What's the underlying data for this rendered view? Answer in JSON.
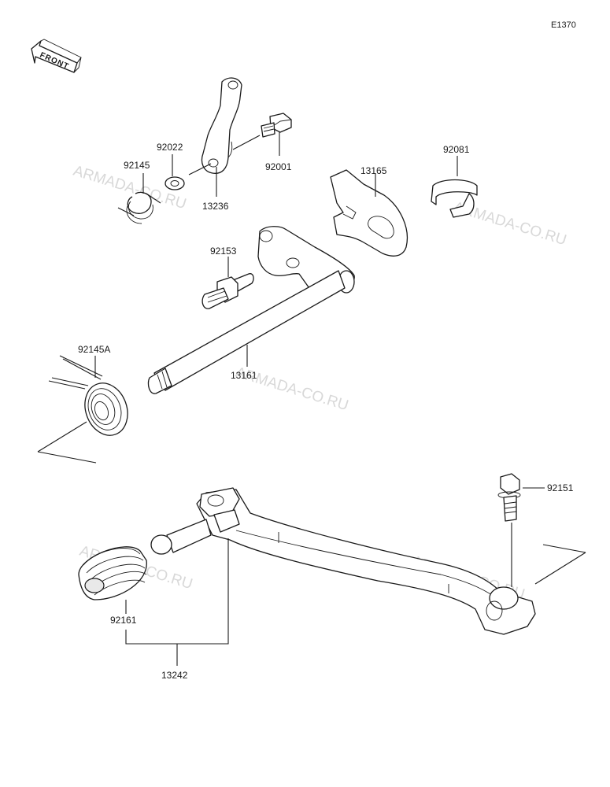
{
  "diagram_code": "E1370",
  "front_label": "FRONT",
  "watermark_text": "ARMADA-CO.RU",
  "parts": {
    "bracket": "13236",
    "washer": "92022",
    "bolt_top": "92001",
    "spring_small": "92145",
    "plate": "13165",
    "clip": "92081",
    "pin": "92153",
    "shift_shaft": "13161",
    "return_spring": "92145A",
    "bolt_pedal": "92151",
    "pedal_rubber": "92161",
    "shift_pedal_assy": "13242"
  },
  "colors": {
    "ink": "#1a1a1a",
    "watermark": "#b8b8b8",
    "background": "#ffffff"
  }
}
